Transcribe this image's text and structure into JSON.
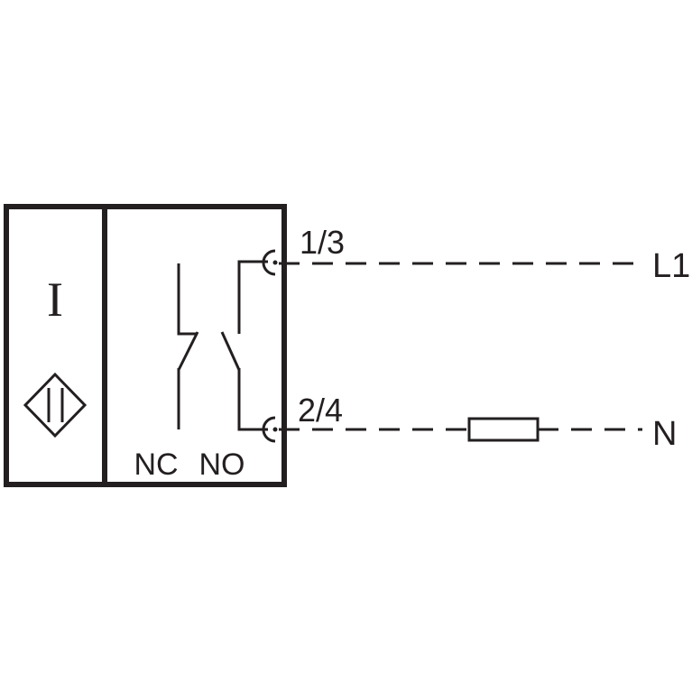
{
  "sensor": {
    "type_symbol": "I"
  },
  "contacts": {
    "nc_label": "NC",
    "no_label": "NO"
  },
  "terminals": {
    "top_label": "1/3",
    "bottom_label": "2/4"
  },
  "supply": {
    "line_label": "L1",
    "neutral_label": "N"
  },
  "colors": {
    "stroke": "#231f20",
    "background": "#ffffff"
  }
}
